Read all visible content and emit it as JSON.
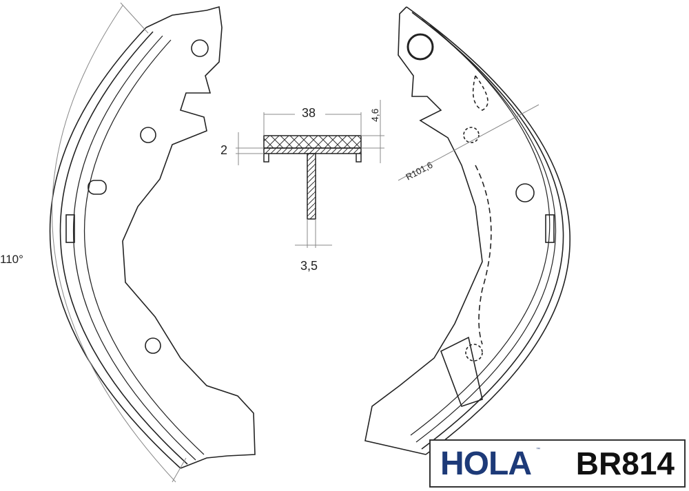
{
  "drawing": {
    "angle_label": "110°",
    "radius_label": "R101,6",
    "width_label": "38",
    "lining_thickness_label": "2",
    "total_thickness_label": "4,6",
    "web_thickness_label": "3,5"
  },
  "logo": {
    "brand": "HOLA",
    "trademark": "™",
    "part_number": "BR814",
    "brand_color": "#1d3a78"
  }
}
